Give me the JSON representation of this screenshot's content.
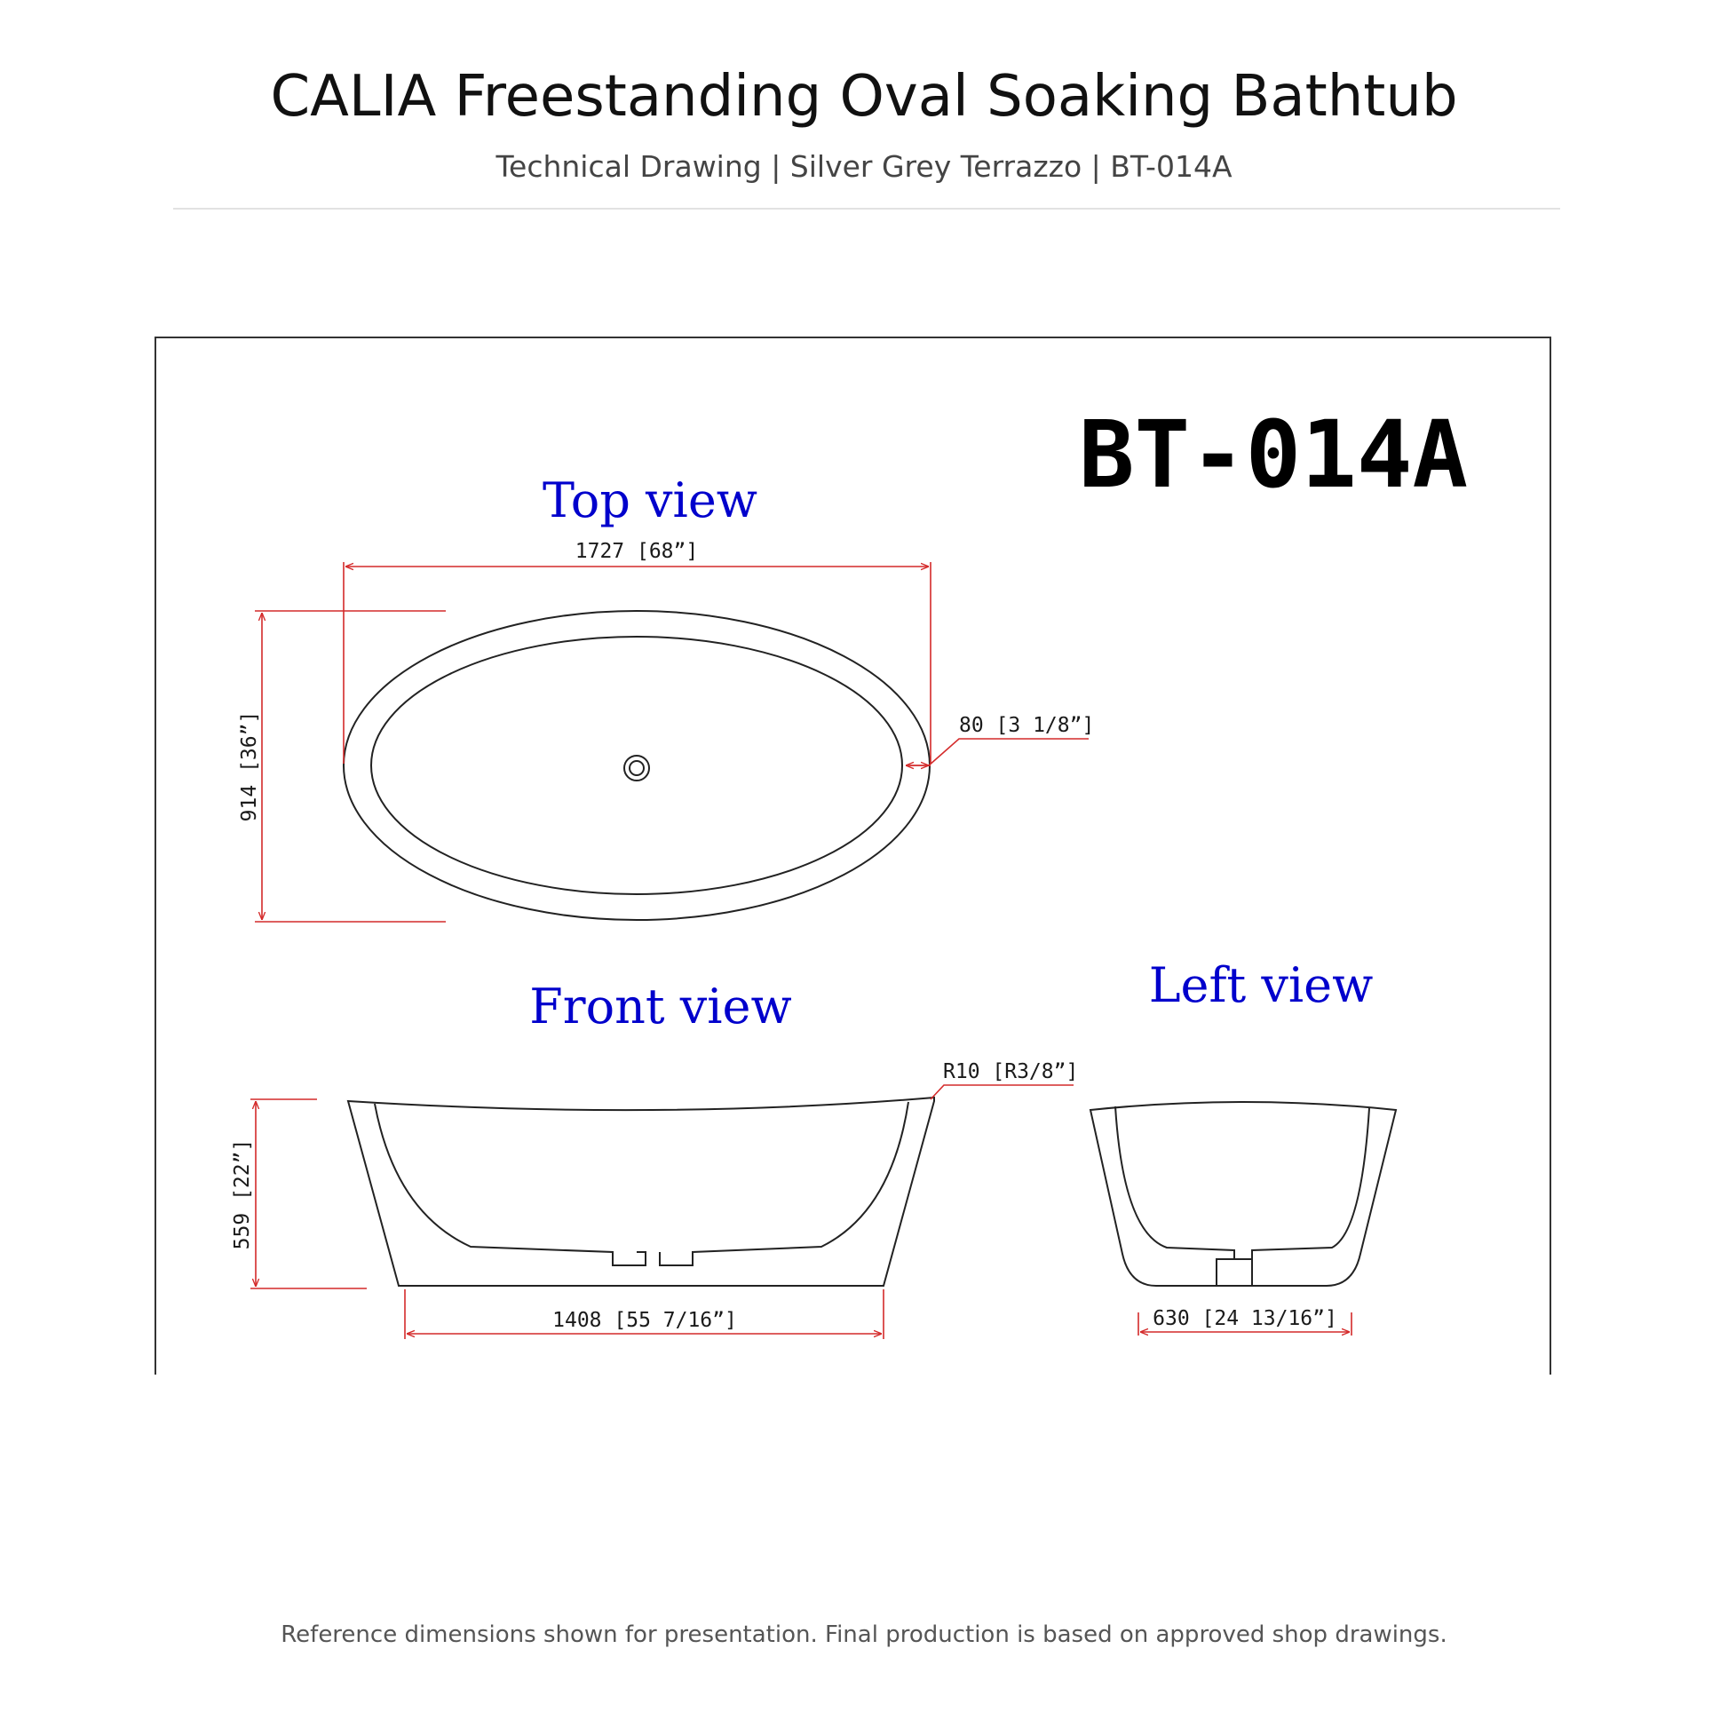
{
  "header": {
    "title": "CALIA Freestanding Oval Soaking Bathtub",
    "subtitle": "Technical Drawing | Silver Grey Terrazzo | BT-014A"
  },
  "drawing": {
    "model_code": "BT-014A",
    "views": {
      "top": {
        "label": "Top view"
      },
      "front": {
        "label": "Front view"
      },
      "left": {
        "label": "Left view"
      }
    },
    "dimensions": {
      "top_length": "1727 [68”]",
      "top_width": "914 [36”]",
      "rim_thickness": "80 [3 1/8”]",
      "front_height": "559 [22”]",
      "front_base": "1408 [55 7/16”]",
      "rim_radius": "R10 [R3/8”]",
      "left_base": "630 [24 13/16”]"
    },
    "colors": {
      "view_label": "#0000cc",
      "dimension_line": "#d42a2a",
      "outline": "#222222"
    }
  },
  "footer": {
    "note": "Reference dimensions shown for presentation. Final production is based on approved shop drawings."
  }
}
